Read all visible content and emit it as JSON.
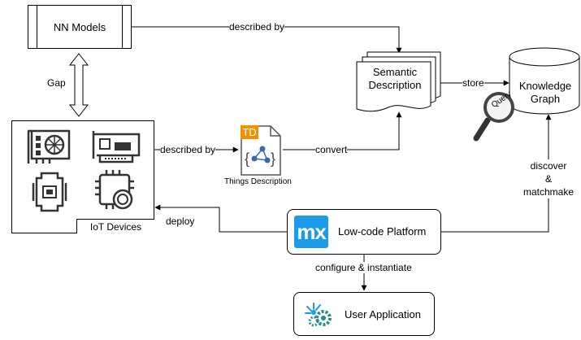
{
  "nodes": {
    "nn_models": "NN Models",
    "semantic_description": [
      "Semantic",
      "Description"
    ],
    "knowledge_graph": [
      "Knowledge",
      "Graph"
    ],
    "query": "Query",
    "things_description_badge": "TD",
    "things_description": "Things Description",
    "iot_devices": "IoT Devices",
    "low_code_platform": "Low-code Platform",
    "low_code_logo": "mx",
    "user_application": "User Application"
  },
  "edges": {
    "described_by_top": "described by",
    "described_by_mid": "described by",
    "gap": "Gap",
    "store": "store",
    "convert": "convert",
    "deploy": "deploy",
    "discover": [
      "discover",
      "&",
      "matchmake"
    ],
    "configure": "configure & instantiate"
  },
  "colors": {
    "td_badge": "#f29100",
    "mendix_blue": "#1e9be6",
    "green_gear": "#2a8a8a"
  }
}
